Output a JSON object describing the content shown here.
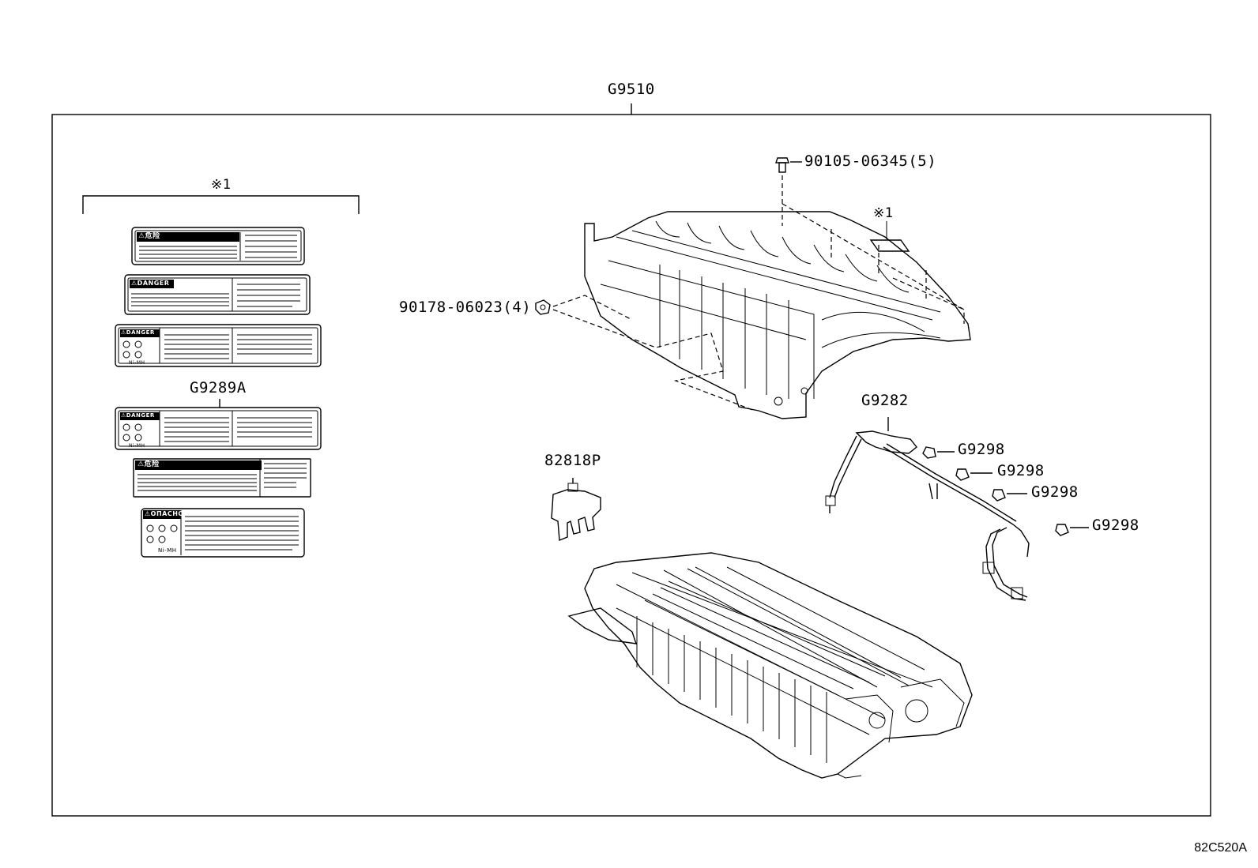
{
  "diagram": {
    "assembly_label": "G9510",
    "note_mark": "※1",
    "labels": {
      "bolt": "90105-06345(5)",
      "nut": "90178-06023(4)",
      "caution_label_set": "G9289A",
      "wire_harness": "G9282",
      "clamp_1": "G9298",
      "clamp_2": "G9298",
      "clamp_3": "G9298",
      "clamp_4": "G9298",
      "bracket": "82818P"
    },
    "sticker_headers": {
      "s1": "⚠危险",
      "s2": "⚠DANGER",
      "s3": "⚠DANGER",
      "s4": "⚠DANGER",
      "s5": "⚠危险",
      "s6": "⚠ОПАСНО"
    },
    "sticker_mark": "Ni-MH",
    "figure_code": "82C520A"
  }
}
